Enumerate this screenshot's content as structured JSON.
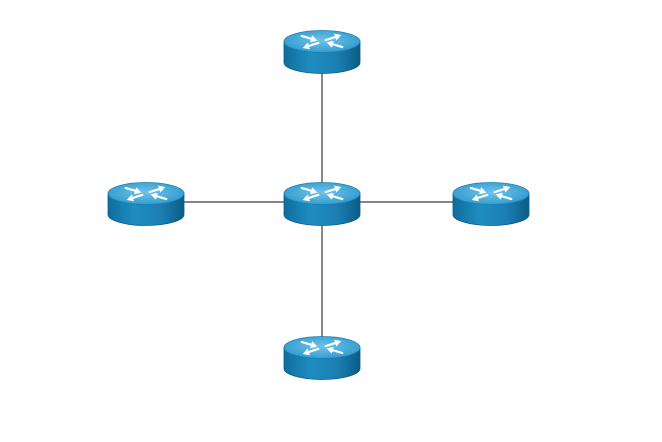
{
  "diagram": {
    "type": "network-topology",
    "layout": "star",
    "colors": {
      "background": "#ffffff",
      "link": "#3a3a3a",
      "router_body": "#1c84b6",
      "router_top": "#58b7e2",
      "router_edge": "#0c5c86",
      "router_arrows": "#ffffff"
    },
    "nodes": [
      {
        "id": "router-top",
        "role": "router",
        "icon": "router-icon"
      },
      {
        "id": "router-left",
        "role": "router",
        "icon": "router-icon"
      },
      {
        "id": "router-center",
        "role": "router",
        "icon": "router-icon"
      },
      {
        "id": "router-right",
        "role": "router",
        "icon": "router-icon"
      },
      {
        "id": "router-bottom",
        "role": "router",
        "icon": "router-icon"
      }
    ],
    "links": [
      {
        "from": "router-center",
        "to": "router-top"
      },
      {
        "from": "router-center",
        "to": "router-left"
      },
      {
        "from": "router-center",
        "to": "router-right"
      },
      {
        "from": "router-center",
        "to": "router-bottom"
      }
    ]
  }
}
